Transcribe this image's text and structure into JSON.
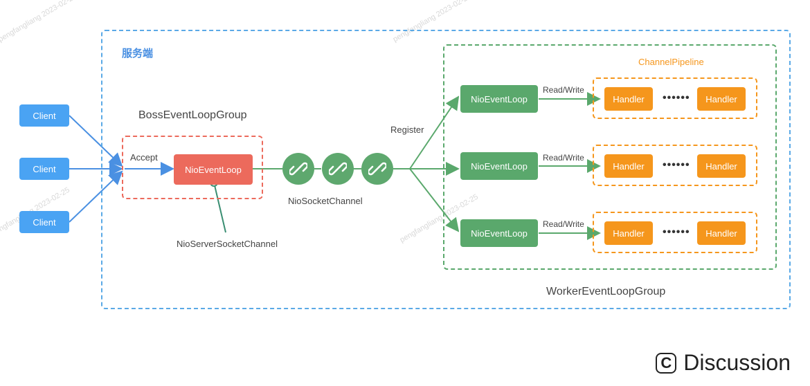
{
  "server_label": "服务端",
  "boss_group_label": "BossEventLoopGroup",
  "accept_label": "Accept",
  "boss_loop_label": "NioEventLoop",
  "server_socket_channel_label": "NioServerSocketChannel",
  "socket_channel_label": "NioSocketChannel",
  "register_label": "Register",
  "pipeline_label": "ChannelPipeline",
  "worker_group_label": "WorkerEventLoopGroup",
  "clients": [
    "Client",
    "Client",
    "Client"
  ],
  "workers": [
    {
      "loop": "NioEventLoop",
      "rw": "Read/Write",
      "handler1": "Handler",
      "dots": "••••••",
      "handler2": "Handler"
    },
    {
      "loop": "NioEventLoop",
      "rw": "Read/Write",
      "handler1": "Handler",
      "dots": "••••••",
      "handler2": "Handler"
    },
    {
      "loop": "NioEventLoop",
      "rw": "Read/Write",
      "handler1": "Handler",
      "dots": "••••••",
      "handler2": "Handler"
    }
  ],
  "discussion_label": "Discussion",
  "watermark": "pengfangliang 2023-02-25",
  "colors": {
    "client": "#4aa3f3",
    "boss": "#ec6a5c",
    "worker": "#5aa86c",
    "handler": "#f5961c",
    "server_border": "#5aa9e6",
    "pipeline_text": "#f5961c"
  }
}
